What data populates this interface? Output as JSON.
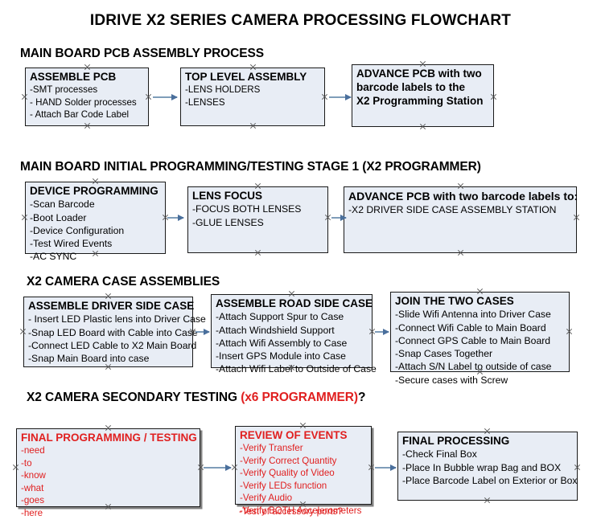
{
  "title": "IDRIVE X2  SERIES CAMERA PROCESSING FLOWCHART",
  "colors": {
    "box_fill": "#e8edf5",
    "box_border": "#1a1a1a",
    "connector": "#7f9db9",
    "accent_red": "#e02020",
    "text": "#000000"
  },
  "sections": [
    {
      "heading": "MAIN BOARD PCB ASSEMBLY PROCESS",
      "heading_accent": "",
      "heading_suffix": "",
      "boxes": [
        {
          "title": "ASSEMBLE PCB",
          "lines": [
            "-SMT processes",
            "- HAND Solder processes",
            "- Attach Bar Code Label"
          ]
        },
        {
          "title": "TOP LEVEL ASSEMBLY",
          "lines": [
            "-LENS HOLDERS",
            "-LENSES"
          ]
        },
        {
          "title": "ADVANCE PCB with two",
          "lines": [
            "barcode labels to the",
            " X2 Programming Station"
          ]
        }
      ]
    },
    {
      "heading": "MAIN BOARD INITIAL PROGRAMMING/TESTING STAGE 1 (X2 PROGRAMMER)",
      "heading_accent": "",
      "heading_suffix": "",
      "boxes": [
        {
          "title": "DEVICE PROGRAMMING",
          "lines": [
            "-Scan Barcode",
            "-Boot Loader",
            "-Device Configuration",
            "-Test Wired Events",
            "-AC SYNC"
          ]
        },
        {
          "title": "LENS FOCUS",
          "lines": [
            "-FOCUS BOTH LENSES",
            "-GLUE LENSES"
          ]
        },
        {
          "title": "ADVANCE PCB with two barcode labels to:",
          "lines": [
            "-X2 DRIVER  SIDE  CASE  ASSEMBLY STATION"
          ]
        }
      ]
    },
    {
      "heading": "X2 CAMERA CASE ASSEMBLIES",
      "heading_accent": "",
      "heading_suffix": "",
      "boxes": [
        {
          "title": "ASSEMBLE DRIVER SIDE CASE",
          "lines": [
            "- Insert LED Plastic lens into Driver Case",
            "-Snap LED Board with Cable into Case",
            "-Connect LED Cable to X2 Main Board",
            "-Snap Main Board into case"
          ]
        },
        {
          "title": "ASSEMBLE ROAD SIDE CASE",
          "lines": [
            "-Attach Support Spur to Case",
            "-Attach Windshield Support",
            "-Attach Wifi Assembly to Case",
            "-Insert GPS Module into Case",
            "-Attach Wifi Label to Outside of Case"
          ]
        },
        {
          "title": "JOIN THE TWO CASES",
          "lines": [
            "-Slide Wifi Antenna into Driver Case",
            "-Connect Wifi Cable to Main Board",
            "-Connect GPS Cable to Main Board",
            "-Snap Cases Together",
            "-Attach S/N Label to outside of case",
            "-Secure cases with Screw"
          ]
        }
      ]
    },
    {
      "heading": "X2 CAMERA SECONDARY TESTING ",
      "heading_accent": "(x6 PROGRAMMER)",
      "heading_suffix": "?",
      "boxes": [
        {
          "title": "FINAL PROGRAMMING / TESTING",
          "lines": [
            "-need",
            "-to",
            "-know",
            "-what",
            "-goes",
            "-here"
          ]
        },
        {
          "title": "REVIEW OF EVENTS",
          "lines": [
            "-Verify Transfer",
            "-Verify Correct Quantity",
            "-Verify Quality of Video",
            "-Verify LEDs function",
            "-Verify Audio",
            "-Verify BOTH Accelerometers"
          ],
          "overflow_line": "-Test of accessory ports?"
        },
        {
          "title": "FINAL PROCESSING",
          "lines": [
            " -Check Final Box",
            "-Place In Bubble wrap Bag and BOX",
            "-Place Barcode Label on Exterior or Box"
          ]
        }
      ]
    }
  ]
}
